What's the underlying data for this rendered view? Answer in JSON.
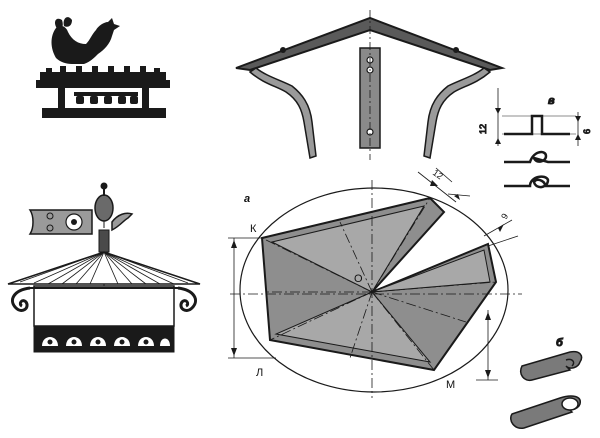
{
  "labels": {
    "point_k": "К",
    "point_o": "О",
    "point_l": "Л",
    "point_m": "М",
    "view_a": "а",
    "view_b": "б",
    "view_v": "в"
  },
  "dimensions": {
    "gap_small": "12",
    "gap_nine": "9",
    "seam_height": "12",
    "seam_small": "6"
  },
  "colors": {
    "ink": "#1a1a1a",
    "sheet_fill": "#8e8e8e",
    "dark_fill": "#2b2b2b"
  }
}
